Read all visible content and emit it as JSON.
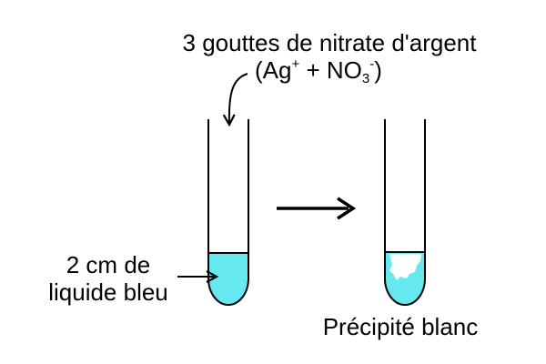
{
  "reagent": {
    "text": "3 gouttes de nitrate d'argent",
    "formula": {
      "open": "(Ag",
      "ion_charge_pos": "+",
      "plus": " + NO",
      "subscript": "3",
      "ion_charge_neg": "-",
      "close": ")"
    }
  },
  "liquid_label": {
    "line1": "2 cm de",
    "line2": "liquide bleu"
  },
  "result_label": "Précipité blanc",
  "colors": {
    "liquid": "#66e8f0",
    "precipitate": "#ffffff",
    "outline": "#000000"
  }
}
